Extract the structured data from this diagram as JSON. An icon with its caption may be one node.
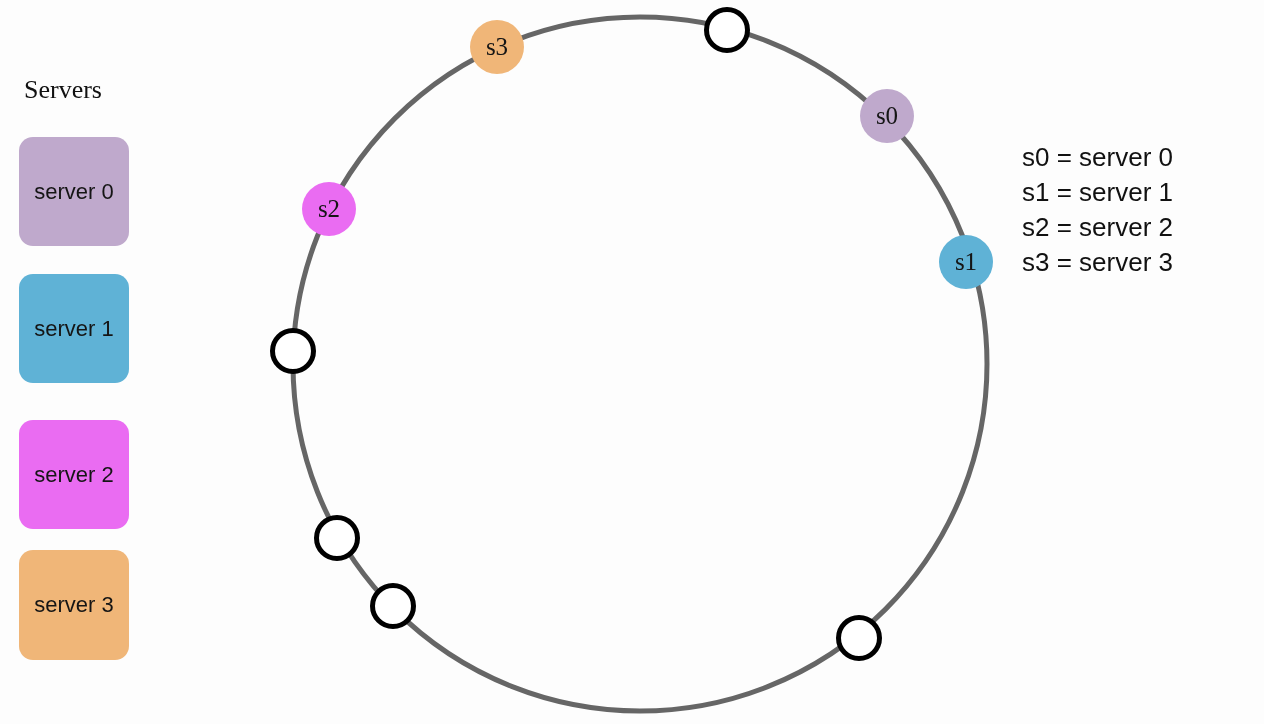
{
  "diagram": {
    "nodes": [
      {
        "text": [
          "server 0"
        ]
      },
      {
        "text": [
          "server 1"
        ]
      },
      {
        "text": [
          "server 2"
        ]
      },
      {
        "text": [
          "server 3"
        ]
      },
      {
        "text": [
          "s0"
        ]
      },
      {
        "text": [
          "s1"
        ]
      },
      {
        "text": [
          "s2"
        ]
      },
      {
        "text": [
          "s3"
        ]
      },
      {
        "text": [],
        "shape": "circle"
      },
      {
        "text": [],
        "shape": "circle"
      },
      {
        "text": [],
        "shape": "circle"
      },
      {
        "text": [],
        "shape": "circle"
      },
      {
        "text": [],
        "shape": "circle"
      }
    ],
    "labels": [
      "Servers",
      "s0 = server 0",
      "s1 = server 1",
      "s2 = server 2",
      "s3 = server 3"
    ]
  }
}
